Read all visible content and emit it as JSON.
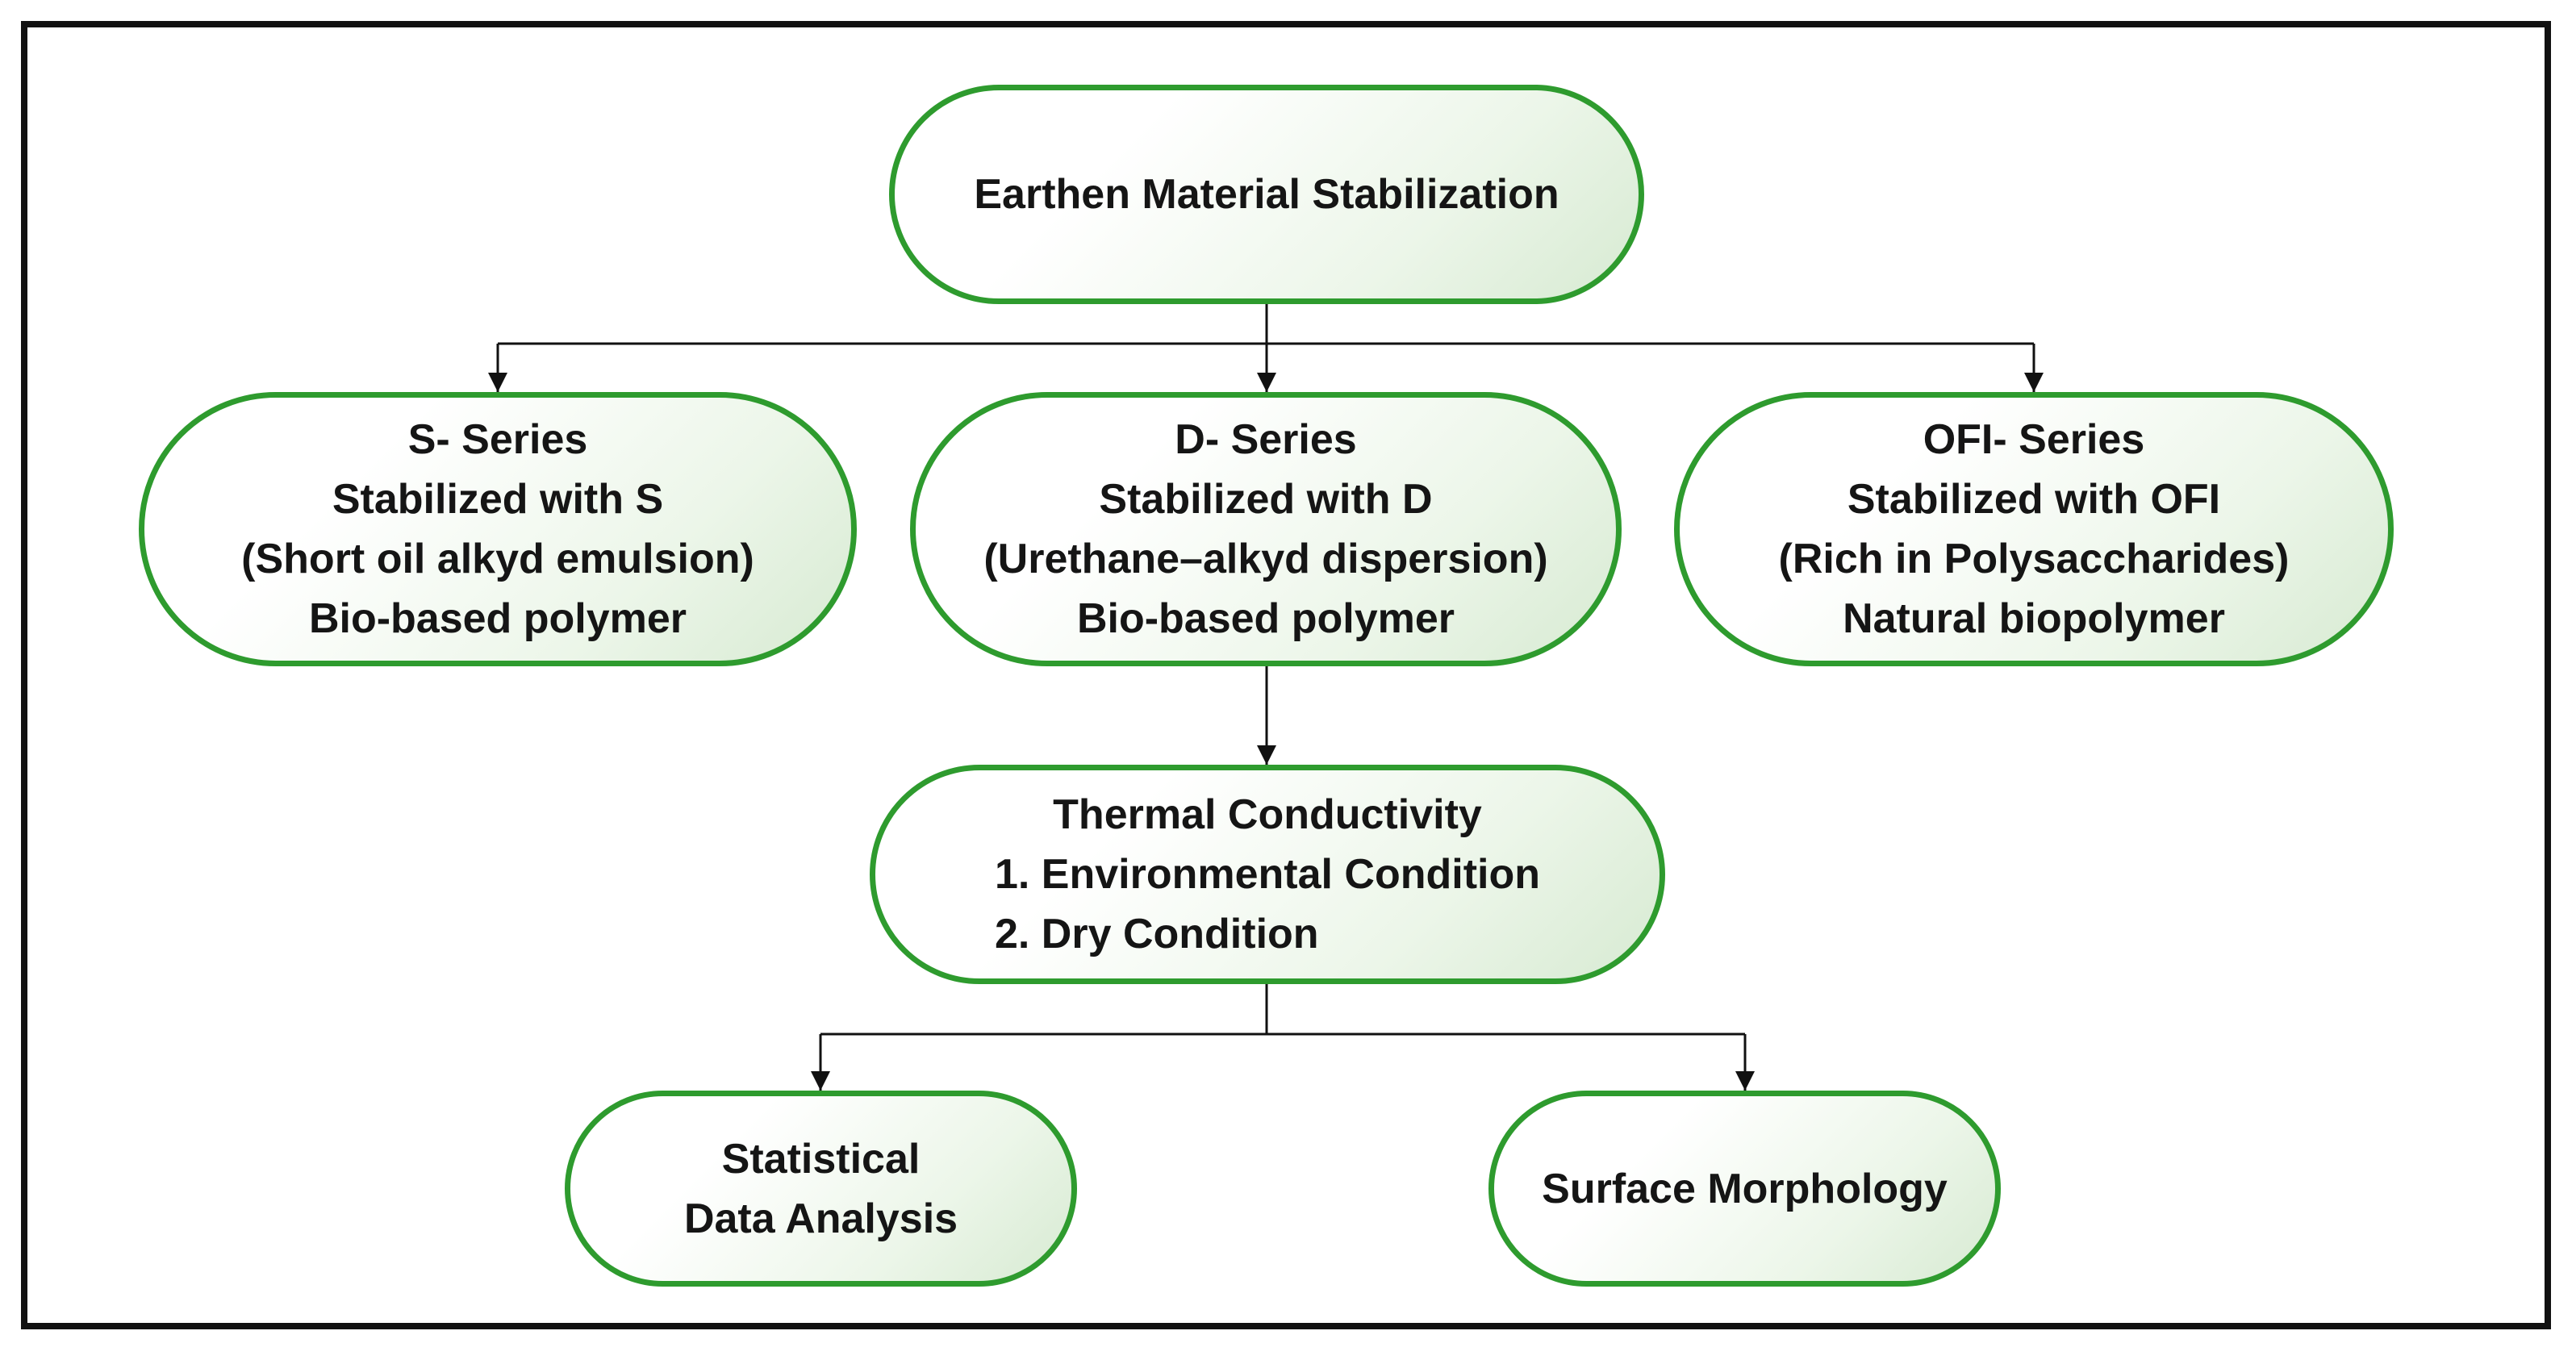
{
  "root": {
    "label": "Earthen Material Stabilization"
  },
  "series": [
    {
      "lines": [
        "S- Series",
        "Stabilized with S",
        "(Short oil alkyd emulsion)",
        "Bio-based polymer"
      ]
    },
    {
      "lines": [
        "D- Series",
        "Stabilized with D",
        "(Urethane–alkyd dispersion)",
        "Bio-based polymer"
      ]
    },
    {
      "lines": [
        "OFI- Series",
        "Stabilized with OFI",
        "(Rich in Polysaccharides)",
        "Natural biopolymer"
      ]
    }
  ],
  "thermal": {
    "title": "Thermal Conductivity",
    "items": [
      "1. Environmental Condition",
      "2. Dry Condition"
    ]
  },
  "outputs": [
    {
      "lines": [
        "Statistical",
        "Data Analysis"
      ]
    },
    {
      "lines": [
        "Surface Morphology"
      ]
    }
  ],
  "colors": {
    "node_border": "#2e9b2e",
    "connector": "#111111",
    "frame": "#111111"
  }
}
